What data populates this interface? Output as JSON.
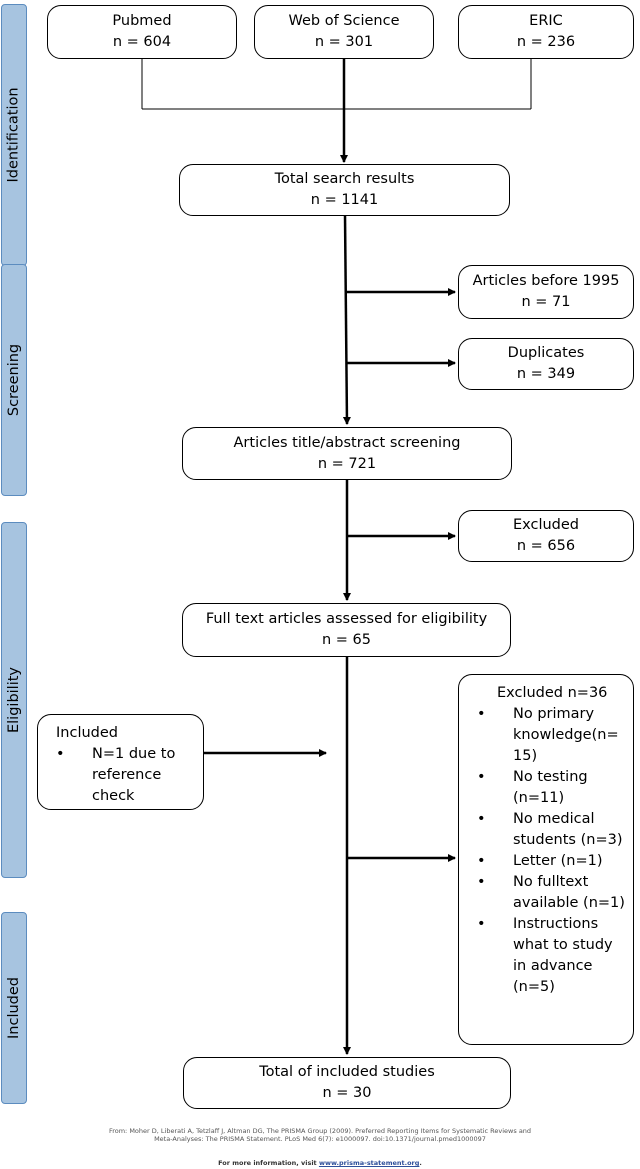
{
  "phases": {
    "identification": "Identification",
    "screening": "Screening",
    "eligibility": "Eligibility",
    "included": "Included"
  },
  "sources": [
    {
      "name": "Pubmed",
      "count": "n = 604"
    },
    {
      "name": "Web of Science",
      "count": "n = 301"
    },
    {
      "name": "ERIC",
      "count": "n = 236"
    }
  ],
  "total_search": {
    "label": "Total search results",
    "count": "n = 1141"
  },
  "before_1995": {
    "label": "Articles before 1995",
    "count": "n = 71"
  },
  "duplicates": {
    "label": "Duplicates",
    "count": "n = 349"
  },
  "screening_box": {
    "label": "Articles title/abstract screening",
    "count": "n = 721"
  },
  "excluded_screen": {
    "label": "Excluded",
    "count": "n = 656"
  },
  "fulltext": {
    "label": "Full text articles assessed for eligibility",
    "count": "n = 65"
  },
  "included_extra": {
    "title": "Included",
    "items": [
      "N=1 due to reference check"
    ]
  },
  "excluded_full": {
    "title": "Excluded n=36",
    "items": [
      "No primary knowledge(n= 15)",
      "No testing (n=11)",
      "No medical students (n=3)",
      "Letter (n=1)",
      "No fulltext available (n=1)",
      "Instructions what to study in advance (n=5)"
    ]
  },
  "final": {
    "label": "Total of included studies",
    "count": "n = 30"
  },
  "footer": {
    "citation": "From: Moher D, Liberati A, Tetzlaff J, Altman DG, The PRISMA Group (2009). Preferred Reporting Items for Systematic Reviews and Meta-Analyses: The PRISMA Statement. PLoS Med 6(7): e1000097. doi:10.1371/journal.pmed1000097",
    "more_prefix": "For more information, visit",
    "more_link": "www.prisma-statement.org",
    "more_suffix": "."
  }
}
